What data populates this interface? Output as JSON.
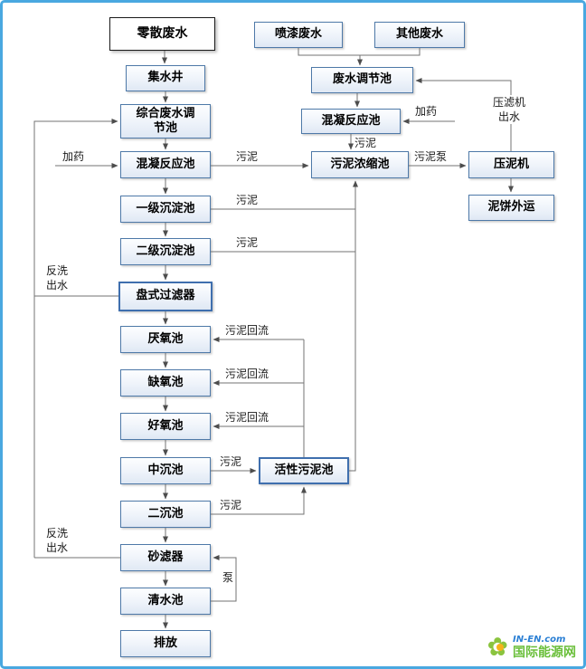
{
  "nodes": [
    {
      "id": "scattered-wastewater",
      "label": "零散废水"
    },
    {
      "id": "paint-wastewater",
      "label": "喷漆废水"
    },
    {
      "id": "other-wastewater",
      "label": "其他废水"
    },
    {
      "id": "collection-well",
      "label": "集水井"
    },
    {
      "id": "wastewater-regulation-tank",
      "label": "废水调节池"
    },
    {
      "id": "comprehensive-regulation-tank",
      "label": "综合废水调节池"
    },
    {
      "id": "coagulation-tank-right",
      "label": "混凝反应池"
    },
    {
      "id": "coagulation-tank-left",
      "label": "混凝反应池"
    },
    {
      "id": "sludge-thickening-tank",
      "label": "污泥浓缩池"
    },
    {
      "id": "mud-press",
      "label": "压泥机"
    },
    {
      "id": "primary-sedimentation-tank",
      "label": "一级沉淀池"
    },
    {
      "id": "mud-cake-removal",
      "label": "泥饼外运"
    },
    {
      "id": "secondary-sedimentation-tank",
      "label": "二级沉淀池"
    },
    {
      "id": "disc-filter",
      "label": "盘式过滤器"
    },
    {
      "id": "anaerobic-tank",
      "label": "厌氧池"
    },
    {
      "id": "anoxic-tank",
      "label": "缺氧池"
    },
    {
      "id": "aerobic-tank",
      "label": "好氧池"
    },
    {
      "id": "middle-sedimentation-tank",
      "label": "中沉池"
    },
    {
      "id": "activated-sludge-tank",
      "label": "活性污泥池"
    },
    {
      "id": "secondary-settling-tank",
      "label": "二沉池"
    },
    {
      "id": "sand-filter",
      "label": "砂滤器"
    },
    {
      "id": "clean-water-tank",
      "label": "清水池"
    },
    {
      "id": "discharge",
      "label": "排放"
    }
  ],
  "edge_labels": [
    {
      "id": "dosing-left",
      "text": "加药"
    },
    {
      "id": "sludge-coag-to-thickener",
      "text": "污泥"
    },
    {
      "id": "sludge-pump",
      "text": "污泥泵"
    },
    {
      "id": "dosing-right",
      "text": "加药"
    },
    {
      "id": "press-filter-effluent",
      "text": "压滤机出水"
    },
    {
      "id": "sludge-below-coag-right",
      "text": "污泥"
    },
    {
      "id": "sludge-primary",
      "text": "污泥"
    },
    {
      "id": "sludge-secondary",
      "text": "污泥"
    },
    {
      "id": "backwash-upper",
      "text": "反洗出水"
    },
    {
      "id": "sludge-return-1",
      "text": "污泥回流"
    },
    {
      "id": "sludge-return-2",
      "text": "污泥回流"
    },
    {
      "id": "sludge-return-3",
      "text": "污泥回流"
    },
    {
      "id": "sludge-middle-settling",
      "text": "污泥"
    },
    {
      "id": "sludge-secondary-settling",
      "text": "污泥"
    },
    {
      "id": "backwash-lower",
      "text": "反洗出水"
    },
    {
      "id": "pump",
      "text": "泵"
    }
  ],
  "watermark": {
    "site": "IN-EN.com",
    "name": "国际能源网"
  }
}
